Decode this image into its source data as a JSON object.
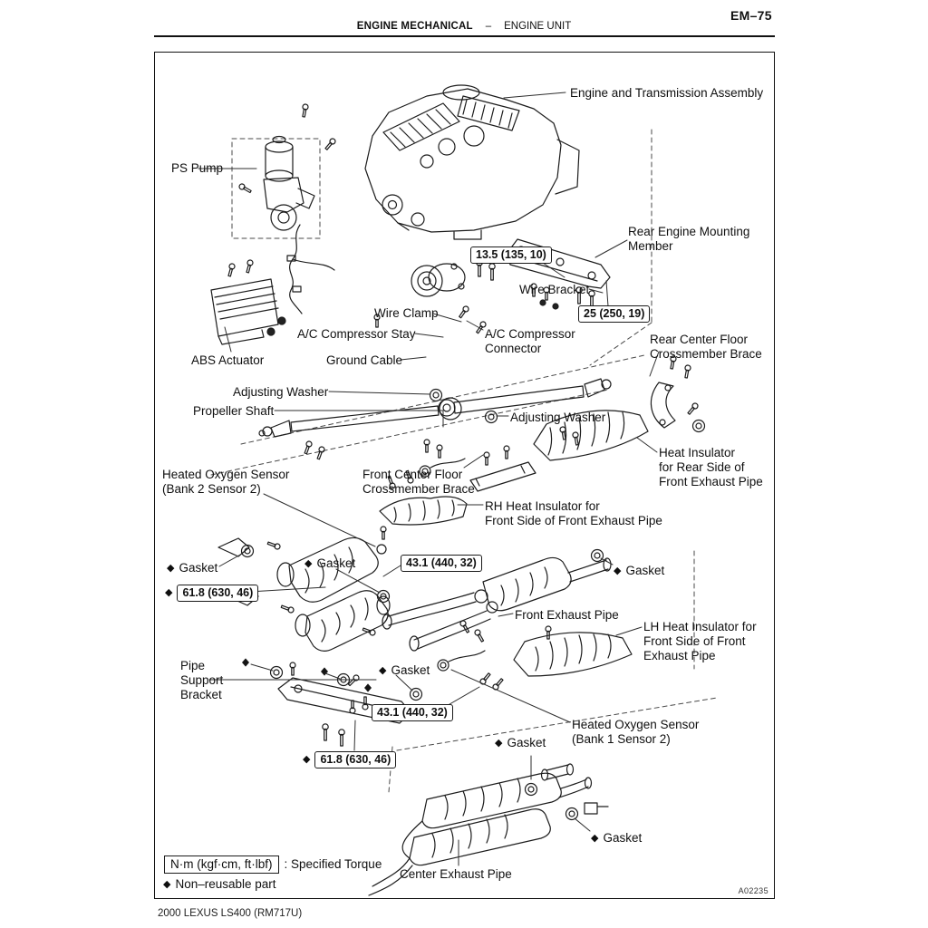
{
  "page": {
    "page_number": "EM–75",
    "header": {
      "section": "ENGINE MECHANICAL",
      "separator": "–",
      "subsection": "ENGINE UNIT"
    },
    "footer": "2000 LEXUS LS400   (RM717U)",
    "figure_code": "A02235"
  },
  "diamond": "◆",
  "legend": {
    "torque_box_label": "N·m (kgf·cm, ft·lbf)",
    "torque_note": ": Specified Torque",
    "non_reusable_label": "Non–reusable part"
  },
  "torques": {
    "t13_5": "13.5 (135, 10)",
    "t25": "25 (250, 19)",
    "t43_1": "43.1 (440, 32)",
    "t61_8": "61.8 (630, 46)"
  },
  "parts": {
    "engine_assembly": {
      "text": "Engine and Transmission Assembly"
    },
    "ps_pump": {
      "text": "PS Pump"
    },
    "rear_engine_mounting_member": {
      "lines": [
        "Rear Engine Mounting",
        "Member"
      ]
    },
    "wire_bracket": {
      "text": "Wire Bracket"
    },
    "wire_clamp": {
      "text": "Wire Clamp"
    },
    "ac_compressor_stay": {
      "text": "A/C Compressor Stay"
    },
    "ac_compressor_connector": {
      "lines": [
        "A/C Compressor",
        "Connector"
      ]
    },
    "ground_cable": {
      "text": "Ground Cable"
    },
    "abs_actuator": {
      "text": "ABS Actuator"
    },
    "rear_center_floor_crossmember_brace": {
      "lines": [
        "Rear Center Floor",
        "Crossmember Brace"
      ]
    },
    "adjusting_washer": {
      "text": "Adjusting Washer"
    },
    "propeller_shaft": {
      "text": "Propeller Shaft"
    },
    "heat_insulator_rear": {
      "lines": [
        "Heat Insulator",
        "for Rear Side of",
        "Front Exhaust Pipe"
      ]
    },
    "heated_oxygen_sensor_bank2": {
      "lines": [
        "Heated Oxygen Sensor",
        "(Bank 2 Sensor 2)"
      ]
    },
    "front_center_floor_crossmember_brace": {
      "lines": [
        "Front Center Floor",
        "Crossmember Brace"
      ]
    },
    "rh_heat_insulator": {
      "lines": [
        "RH Heat Insulator for",
        "Front Side of Front Exhaust Pipe"
      ]
    },
    "gasket": {
      "text": "Gasket"
    },
    "front_exhaust_pipe": {
      "text": "Front Exhaust Pipe"
    },
    "lh_heat_insulator": {
      "lines": [
        "LH Heat Insulator for",
        "Front Side of Front",
        "Exhaust Pipe"
      ]
    },
    "pipe_support_bracket": {
      "lines": [
        "Pipe",
        "Support",
        "Bracket"
      ]
    },
    "heated_oxygen_sensor_bank1": {
      "lines": [
        "Heated Oxygen Sensor",
        "(Bank 1 Sensor 2)"
      ]
    },
    "center_exhaust_pipe": {
      "text": "Center Exhaust Pipe"
    }
  }
}
